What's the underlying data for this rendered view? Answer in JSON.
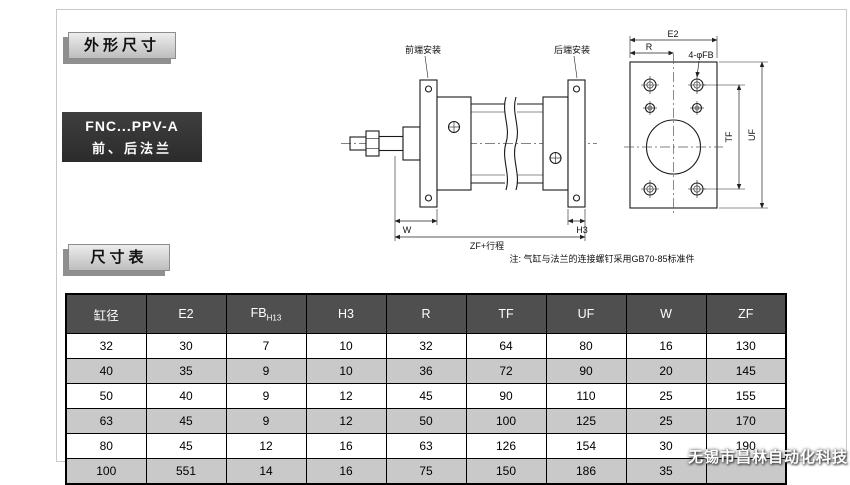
{
  "page": {
    "section1_label": "外形尺寸",
    "section2_label": "尺寸表",
    "model_box": {
      "line1": "FNC...PPV-A",
      "line2": "前、后法兰"
    },
    "watermark": "无锡市昌林自动化科技"
  },
  "drawing": {
    "front_mount_label": "前端安装",
    "rear_mount_label": "后端安装",
    "dim_e2": "E2",
    "dim_r": "R",
    "dim_fb": "4-φFB",
    "dim_tf": "TF",
    "dim_uf": "UF",
    "dim_w": "W",
    "dim_h3": "H3",
    "dim_zf": "ZF+行程",
    "note": "注: 气缸与法兰的连接螺钉采用GB70-85标准件"
  },
  "table": {
    "headers": [
      "缸径",
      "E2",
      "FB",
      "H3",
      "R",
      "TF",
      "UF",
      "W",
      "ZF"
    ],
    "fb_subscript": "H13",
    "rows": [
      [
        "32",
        "30",
        "7",
        "10",
        "32",
        "64",
        "80",
        "16",
        "130"
      ],
      [
        "40",
        "35",
        "9",
        "10",
        "36",
        "72",
        "90",
        "20",
        "145"
      ],
      [
        "50",
        "40",
        "9",
        "12",
        "45",
        "90",
        "110",
        "25",
        "155"
      ],
      [
        "63",
        "45",
        "9",
        "12",
        "50",
        "100",
        "125",
        "25",
        "170"
      ],
      [
        "80",
        "45",
        "12",
        "16",
        "63",
        "126",
        "154",
        "30",
        "190"
      ],
      [
        "100",
        "551",
        "14",
        "16",
        "75",
        "150",
        "186",
        "35",
        ""
      ]
    ]
  },
  "colors": {
    "header_bg": "#4f4f4f",
    "row_alt_bg": "#c9c9c9"
  }
}
